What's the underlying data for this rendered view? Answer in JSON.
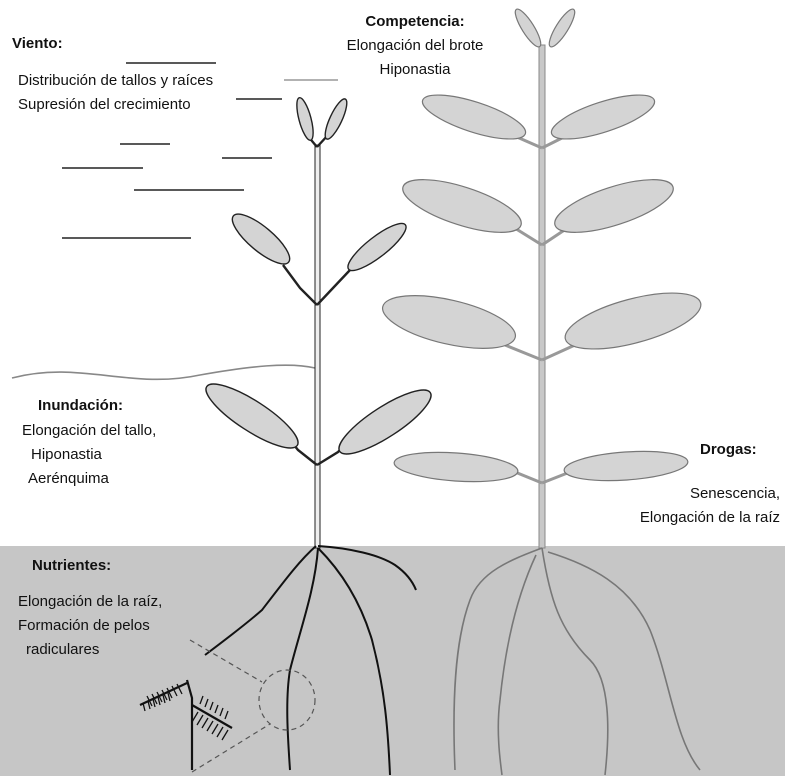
{
  "viento": {
    "title": "Viento:",
    "lines": [
      "Distribución de tallos y raíces",
      "Supresión del crecimiento"
    ]
  },
  "competencia": {
    "title": "Competencia:",
    "lines": [
      "Elongación del brote",
      "Hiponastia"
    ]
  },
  "inundacion": {
    "title": "Inundación:",
    "lines": [
      "Elongación del tallo,",
      "Hiponastia",
      "Aerénquima"
    ]
  },
  "drogas": {
    "title": "Drogas:",
    "lines": [
      "Senescencia,",
      "Elongación de la raíz"
    ]
  },
  "nutrientes": {
    "title": "Nutrientes:",
    "lines": [
      "Elongación de la raíz,",
      "Formación de pelos",
      "radiculares"
    ]
  },
  "colors": {
    "soil": "#c6c6c6",
    "leaf": "#d4d4d4",
    "outline": "#1a1a1a",
    "stem_light": "#a8a8a8"
  }
}
